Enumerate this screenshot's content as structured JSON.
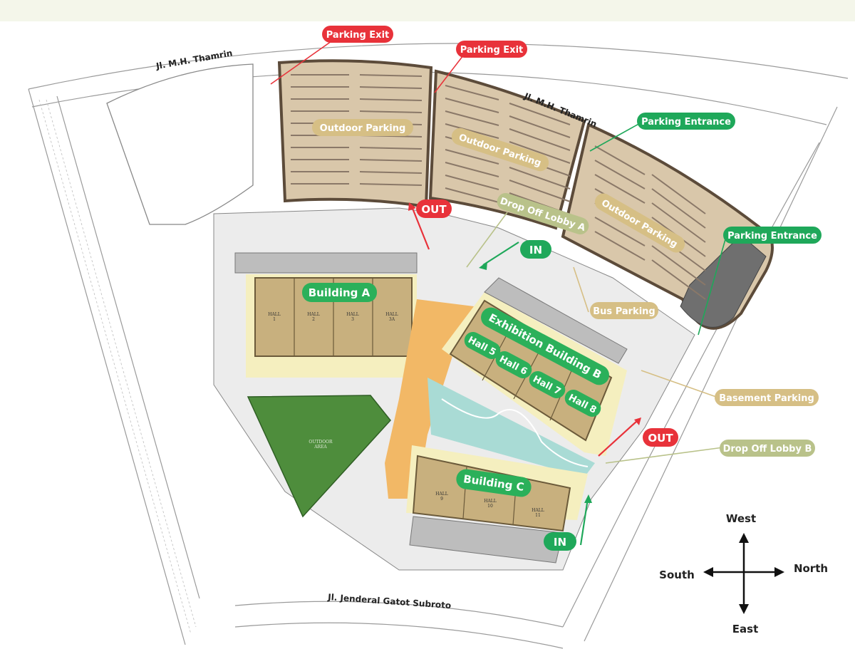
{
  "roads": {
    "north_road": "Jl. M.H. Thamrin",
    "north_road_2": "Jl. M.H. Thamrin",
    "south_road": "Jl. Jenderal Gatot Subroto"
  },
  "outdoor_parking": [
    "Outdoor Parking",
    "Outdoor Parking",
    "Outdoor Parking"
  ],
  "buildings": {
    "a": "Building A",
    "b": "Exhibition Building B",
    "c": "Building C"
  },
  "halls_b": [
    "Hall 5",
    "Hall 6",
    "Hall 7",
    "Hall 8"
  ],
  "halls_a_small": [
    "HALL\n1",
    "HALL\n2",
    "HALL\n3",
    "HALL\n3A"
  ],
  "halls_c_small": [
    "HALL\n9",
    "HALL\n10",
    "HALL\n11"
  ],
  "labels": {
    "parking_exit_1": "Parking Exit",
    "parking_exit_2": "Parking Exit",
    "parking_entrance_1": "Parking Entrance",
    "parking_entrance_2": "Parking Entrance",
    "drop_off_a": "Drop Off Lobby A",
    "drop_off_b": "Drop Off Lobby B",
    "bus_parking": "Bus Parking",
    "basement_parking": "Basement Parking",
    "out_1": "OUT",
    "out_2": "OUT",
    "in_1": "IN",
    "in_2": "IN",
    "outdoor_area": "OUTDOOR\nAREA"
  },
  "compass": {
    "up": "West",
    "down": "East",
    "left": "South",
    "right": "North"
  },
  "colors": {
    "red": "#e8323a",
    "green": "#1fa85a",
    "tan": "#d6bf85",
    "sage": "#b9c28a",
    "parking_fill": "#d9c7aa",
    "building": "#c8b07e",
    "atrium": "#f2b866",
    "promenade": "#f5efbf",
    "water": "#a9dbd5",
    "green_area": "#4e8d3c"
  }
}
